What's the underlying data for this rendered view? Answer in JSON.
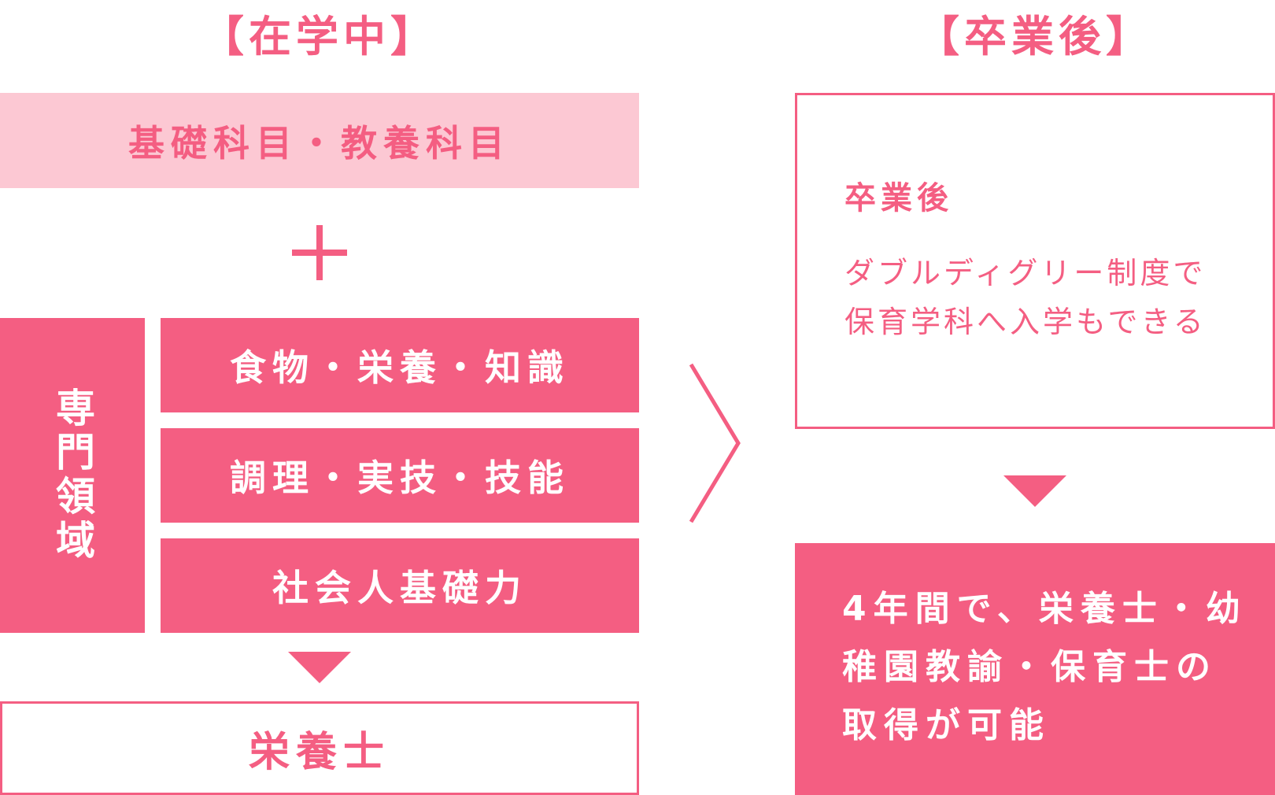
{
  "left_column": {
    "heading": "【在学中】",
    "basic_subjects": "基礎科目・教養科目",
    "plus_symbol": "plus-icon",
    "specialty_label": "専門領域",
    "specialty_items": [
      "食物・栄養・知識",
      "調理・実技・技能",
      "社会人基礎力"
    ],
    "result": "栄養士"
  },
  "right_column": {
    "heading": "【卒業後】",
    "after_title": "卒業後",
    "after_desc": "ダブルディグリー制度で\n保育学科へ入学もできる",
    "result": "4年間で、栄養士・幼\n稚園教諭・保育士の\n取得が可能"
  },
  "connector_icon": "chevron-right-icon",
  "arrow_icon": "triangle-down-icon",
  "colors": {
    "accent": "#f45e82",
    "light_pink": "#fcc8d3",
    "white": "#ffffff"
  }
}
